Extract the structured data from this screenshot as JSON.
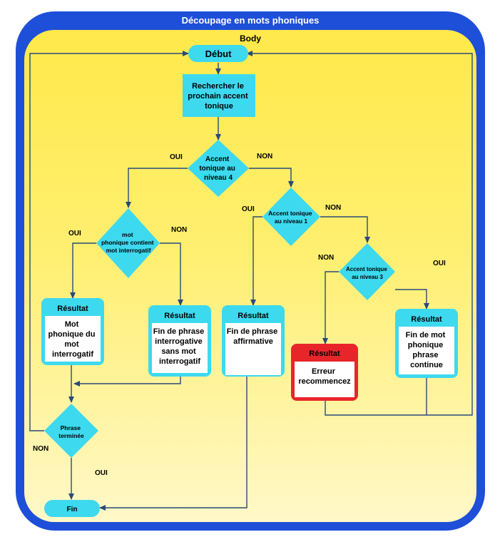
{
  "title": "Découpage en mots phoniques",
  "body_label": "Body",
  "colors": {
    "frame": "#1e4fd8",
    "shape": "#3dd9ef",
    "error": "#e8262a",
    "background_top": "#ffe94a",
    "background_bottom": "#fff8c8",
    "line": "#2a4a78"
  },
  "nodes": {
    "start": "Début",
    "search": [
      "Rechercher le",
      "prochain accent",
      "tonique"
    ],
    "d_level4": [
      "Accent",
      "tonique au",
      "niveau 4"
    ],
    "d_interrog": [
      "mot",
      "phonique contient",
      "mot interrogatif"
    ],
    "d_level1": [
      "Accent tonique",
      "au niveau 1"
    ],
    "d_level3": [
      "Accent tonique",
      "au niveau 3"
    ],
    "d_end": [
      "Phrase",
      "terminée"
    ],
    "end": "Fin"
  },
  "results": [
    {
      "title": "Résultat",
      "lines": [
        "Mot",
        "phonique du",
        "mot",
        "interrogatif"
      ]
    },
    {
      "title": "Résultat",
      "lines": [
        "Fin de phrase",
        "interrogative",
        "sans mot",
        "interrogatif"
      ]
    },
    {
      "title": "Résultat",
      "lines": [
        "Fin de phrase",
        "affirmative"
      ]
    },
    {
      "title": "Résultat",
      "lines": [
        "Erreur",
        "recommencez"
      ]
    },
    {
      "title": "Résultat",
      "lines": [
        "Fin de mot",
        "phonique",
        "phrase",
        "continue"
      ]
    }
  ],
  "edge_labels": {
    "level4_yes": "OUI",
    "level4_no": "NON",
    "interrog_yes": "OUI",
    "interrog_no": "NON",
    "level1_yes": "OUI",
    "level1_no": "NON",
    "level3_no": "NON",
    "level3_yes": "OUI",
    "end_no": "NON",
    "end_yes": "OUI"
  }
}
